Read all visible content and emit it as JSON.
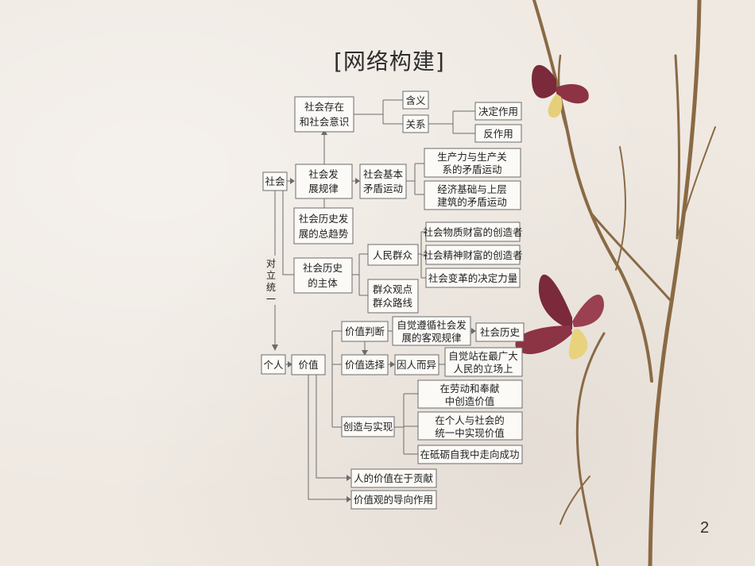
{
  "title": "[网络构建]",
  "page_number": "2",
  "nodes": {
    "shehui_cunzai": [
      "社会存在",
      "和社会意识"
    ],
    "hanyi": "含义",
    "guanxi": "关系",
    "jueding": "决定作用",
    "fanzuoyong": "反作用",
    "shehui": "社会",
    "fazhan_guilv": [
      "社会发",
      "展规律"
    ],
    "jiben_maodun": [
      "社会基本",
      "矛盾运动"
    ],
    "shengchanli": [
      "生产力与生产关",
      "系的矛盾运动"
    ],
    "jingji_jichu": [
      "经济基础与上层",
      "建筑的矛盾运动"
    ],
    "zong_qushi": [
      "社会历史发",
      "展的总趋势"
    ],
    "zhuti": [
      "社会历史",
      "的主体"
    ],
    "renmin_qunzhong": "人民群众",
    "wuzhi_caifu": "社会物质财富的创造者",
    "jingshen_caifu": "社会精神财富的创造者",
    "biange": "社会变革的决定力量",
    "qunzhong_guandian": [
      "群众观点",
      "群众路线"
    ],
    "duili_tongyi": [
      "对",
      "立",
      "统",
      "一"
    ],
    "geren": "个人",
    "jiazhi": "价值",
    "jiazhi_panduan": "价值判断",
    "zijue_zunxun": [
      "自觉遵循社会发",
      "展的客观规律"
    ],
    "shehui_lishi": "社会历史",
    "jiazhi_xuanze": "价值选择",
    "yinren_eryi": "因人而异",
    "zijue_zhanzai": [
      "自觉站在最广大",
      "人民的立场上"
    ],
    "chuangzao_shixian": "创造与实现",
    "laodong_fengxian": [
      "在劳动和奉献",
      "中创造价值"
    ],
    "geren_shehui": [
      "在个人与社会的",
      "统一中实现价值"
    ],
    "dili_ziwo": "在砥砺自我中走向成功",
    "gongxian": "人的价值在于贡献",
    "daoxiang": "价值观的导向作用"
  }
}
